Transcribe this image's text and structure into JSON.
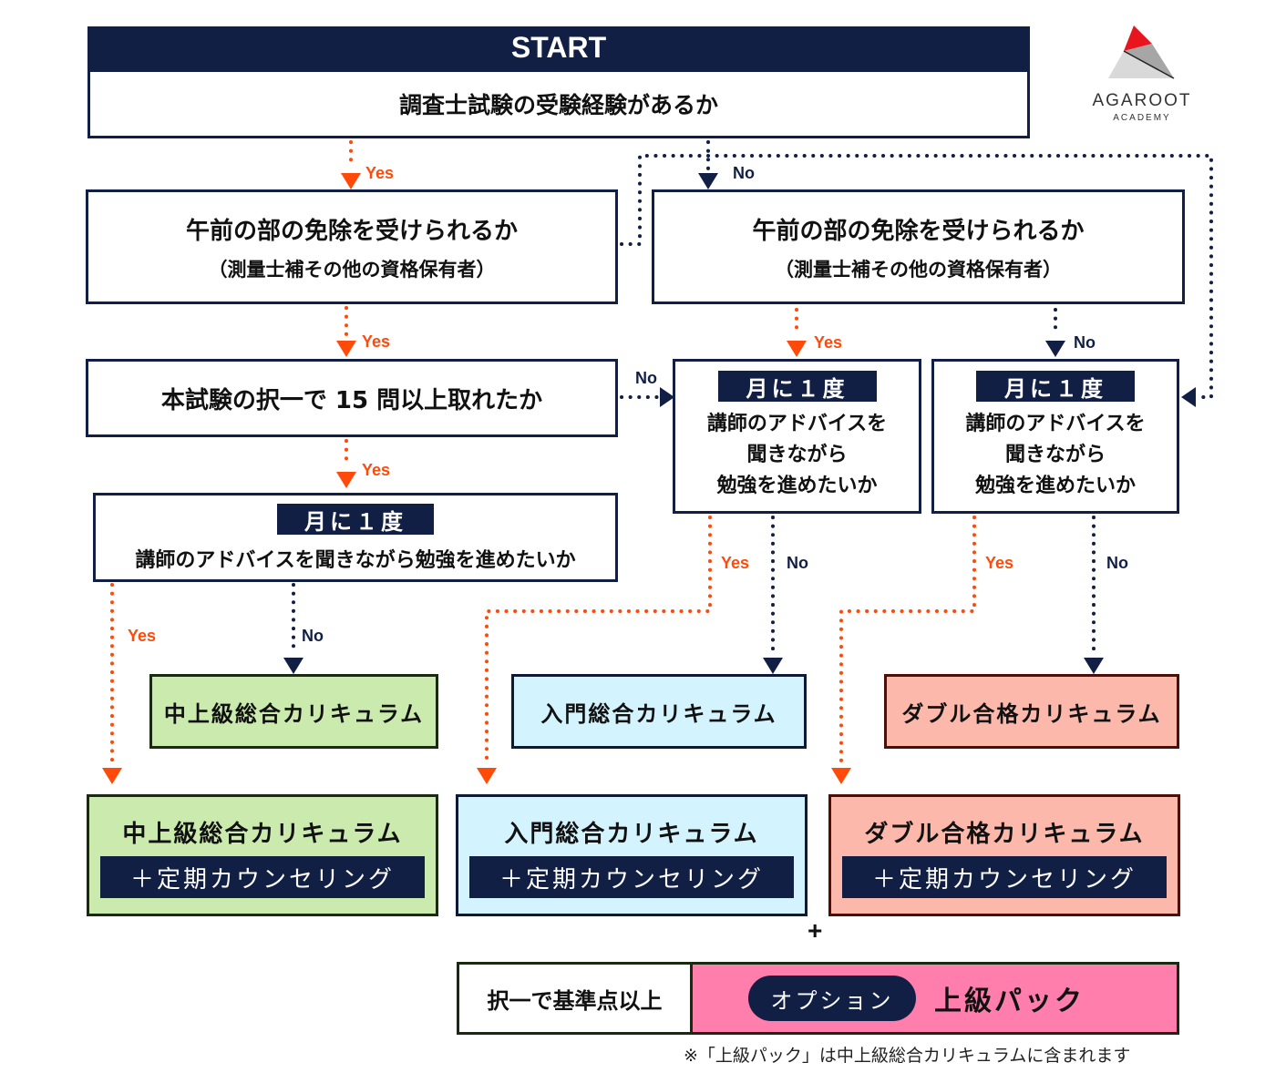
{
  "logo": {
    "line1": "AGAROOT",
    "line2": "ACADEMY",
    "icon": "triangle-logo-icon"
  },
  "start": {
    "label": "START"
  },
  "q1": {
    "text": "調査士試験の受験経験があるか"
  },
  "q2_left": {
    "line1": "午前の部の免除を受けられるか",
    "line2": "（測量士補その他の資格保有者）"
  },
  "q2_right": {
    "line1": "午前の部の免除を受けられるか",
    "line2": "（測量士補その他の資格保有者）"
  },
  "q3": {
    "text": "本試験の択一で 15 問以上取れたか"
  },
  "advice_left": {
    "tag": "月に１度",
    "text": "講師のアドバイスを聞きながら勉強を進めたいか"
  },
  "advice_mid": {
    "tag": "月に１度",
    "line1": "講師のアドバイスを",
    "line2": "聞きながら",
    "line3": "勉強を進めたいか"
  },
  "advice_right": {
    "tag": "月に１度",
    "line1": "講師のアドバイスを",
    "line2": "聞きながら",
    "line3": "勉強を進めたいか"
  },
  "labels": {
    "yes": "Yes",
    "no": "No"
  },
  "results": {
    "intermediate": "中上級総合カリキュラム",
    "intro": "入門総合カリキュラム",
    "double": "ダブル合格カリキュラム"
  },
  "results_plus": {
    "intermediate": {
      "title": "中上級総合カリキュラム",
      "sub": "＋定期カウンセリング"
    },
    "intro": {
      "title": "入門総合カリキュラム",
      "sub": "＋定期カウンセリング"
    },
    "double": {
      "title": "ダブル合格カリキュラム",
      "sub": "＋定期カウンセリング"
    }
  },
  "plus_sign": "+",
  "option": {
    "condition": "択一で基準点以上",
    "badge": "オプション",
    "name": "上級パック"
  },
  "footnote": "※「上級パック」は中上級総合カリキュラムに含まれます",
  "colors": {
    "navy": "#121f45",
    "orange": "#ff4a0a",
    "green": "#cbebae",
    "cyan": "#d3f4ff",
    "salmon": "#fdb8ac",
    "pink": "#ff7eab"
  }
}
